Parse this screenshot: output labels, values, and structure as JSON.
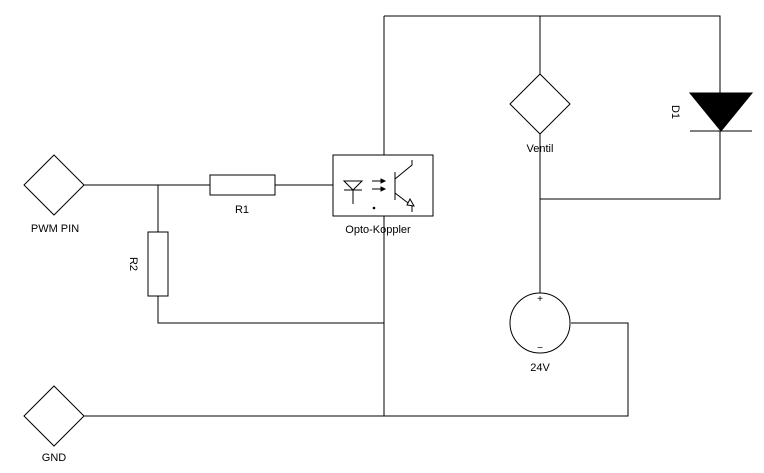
{
  "diagram": {
    "labels": {
      "pwm_pin": "PWM PIN",
      "gnd": "GND",
      "r1": "R1",
      "r2": "R2",
      "opto": "Opto-Koppler",
      "ventil": "Ventil",
      "d1": "D1",
      "supply": "24V",
      "plus": "+",
      "minus": "−"
    },
    "colors": {
      "stroke": "#000000",
      "fill": "#ffffff"
    },
    "icons": {
      "pwm_pin": "diamond-terminal-icon",
      "gnd": "diamond-terminal-icon",
      "ventil": "diamond-terminal-icon",
      "d1": "diode-icon",
      "supply": "voltage-source-icon",
      "opto": "optocoupler-icon"
    }
  }
}
